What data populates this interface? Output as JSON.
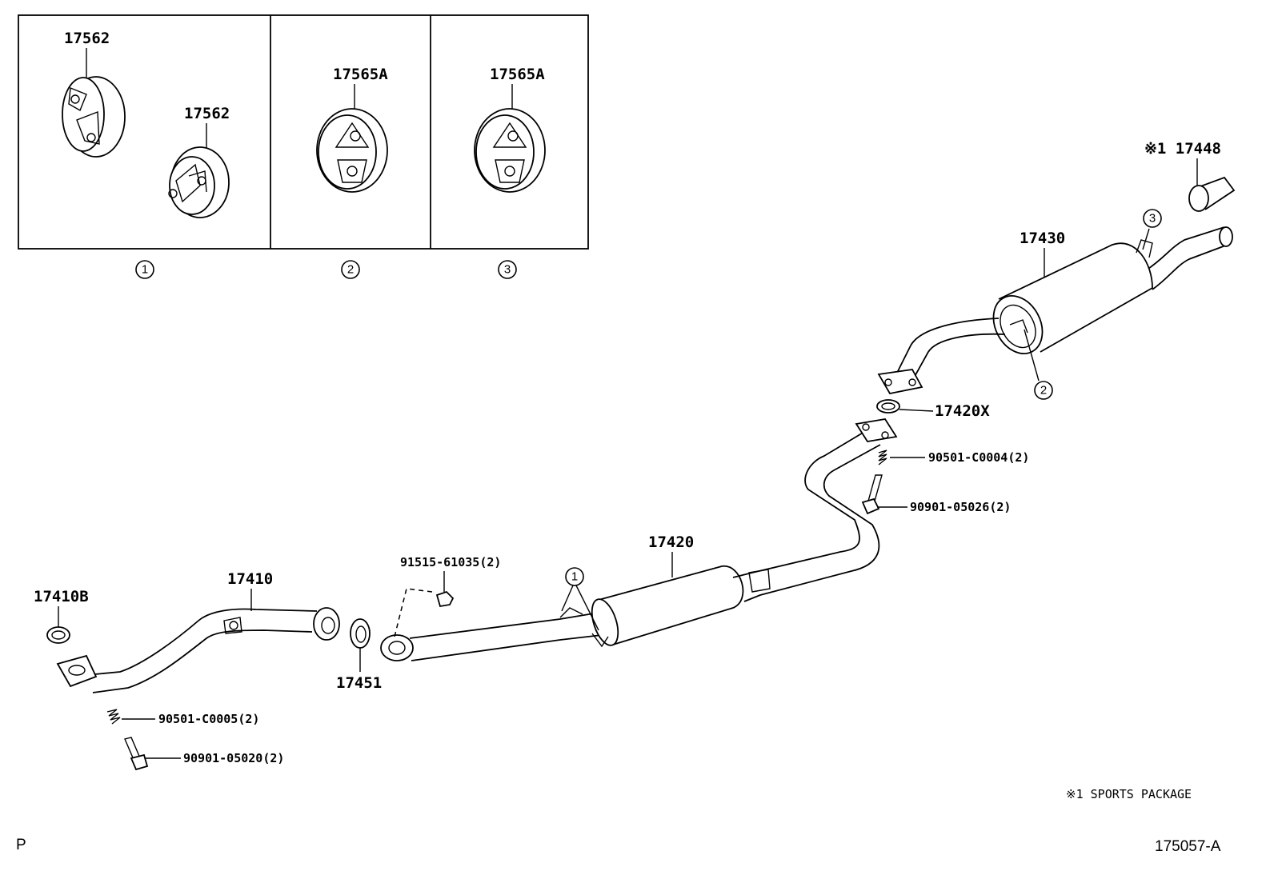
{
  "inset": {
    "panel_1": {
      "label_a": "17562",
      "label_b": "17562",
      "callout": "1"
    },
    "panel_2": {
      "label": "17565A",
      "callout": "2"
    },
    "panel_3": {
      "label": "17565A",
      "callout": "3"
    }
  },
  "parts": {
    "p17448": "※1 17448",
    "p17430": "17430",
    "p17420x": "17420X",
    "p90501_c0004": "90501-C0004(2)",
    "p90901_05026": "90901-05026(2)",
    "p17420": "17420",
    "p91515_61035": "91515-61035(2)",
    "p17410": "17410",
    "p17410b": "17410B",
    "p17451": "17451",
    "p90501_c0005": "90501-C0005(2)",
    "p90901_05020": "90901-05020(2)"
  },
  "callouts": {
    "muffler_hanger_rear": "3",
    "muffler_hanger_mid": "2",
    "center_pipe_hanger": "1"
  },
  "footer": {
    "note": "※1  SPORTS PACKAGE",
    "left_marker": "P",
    "diagram_code": "175057-A"
  },
  "style": {
    "line_color": "#000000",
    "background": "#ffffff"
  }
}
